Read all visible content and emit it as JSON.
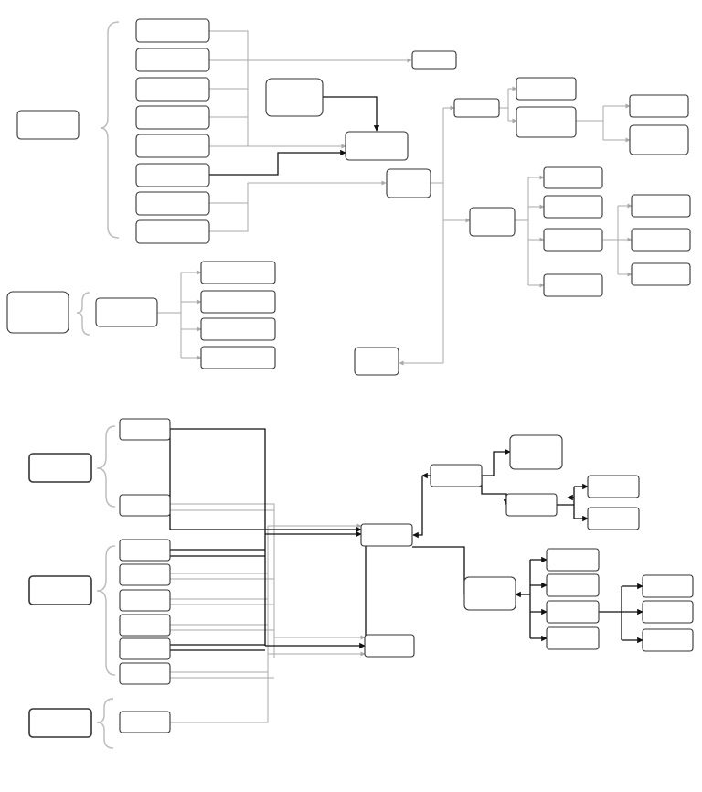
{
  "colors": {
    "box_stroke": "#333333",
    "line_dark": "#111111",
    "line_gray": "#a8a8a8",
    "brace_gray": "#bdbdbd",
    "background": "#ffffff"
  },
  "diagrams": [
    {
      "id": "top",
      "labels": "none"
    },
    {
      "id": "bottom",
      "labels": "none"
    }
  ]
}
